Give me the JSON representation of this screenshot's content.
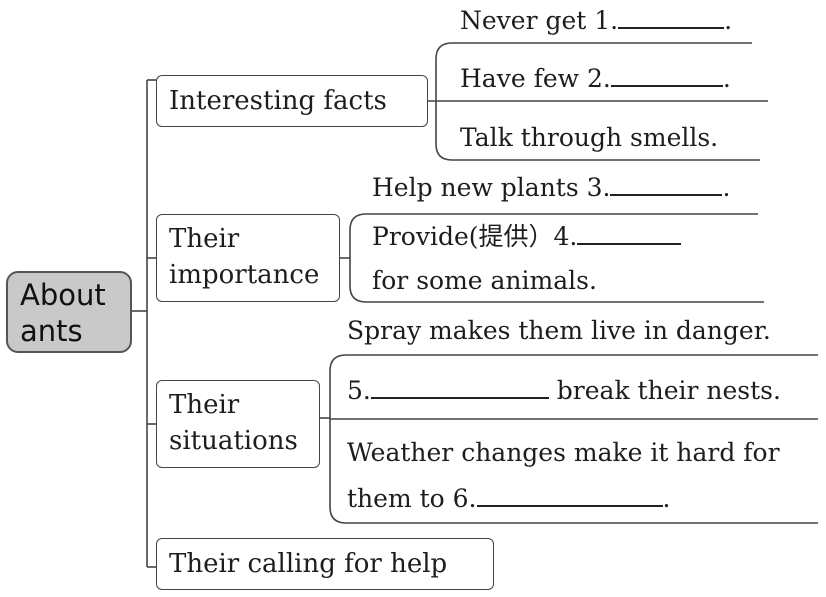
{
  "root": {
    "line1": "About",
    "line2": "ants"
  },
  "branches": {
    "interesting": {
      "label": "Interesting facts",
      "items": {
        "a": {
          "before": "Never get 1.",
          "after": "."
        },
        "b": {
          "before": "Have few 2.",
          "after": "."
        },
        "c": {
          "text": "Talk through smells."
        }
      }
    },
    "importance": {
      "label_line1": "Their",
      "label_line2": "importance",
      "items": {
        "a": {
          "before": "Help new plants 3.",
          "after": "."
        },
        "b": {
          "before": "Provide(提供）4.",
          "after": ""
        },
        "c": {
          "text": "for some animals."
        }
      }
    },
    "situations": {
      "label_line1": "Their",
      "label_line2": "situations",
      "items": {
        "a": {
          "text": "Spray makes them live in danger."
        },
        "b": {
          "before": "5.",
          "after": " break their nests."
        },
        "c": {
          "text": "Weather changes make it hard for"
        },
        "d": {
          "before": "them to 6.",
          "after": "."
        }
      }
    },
    "calling": {
      "label": "Their calling for help"
    }
  }
}
